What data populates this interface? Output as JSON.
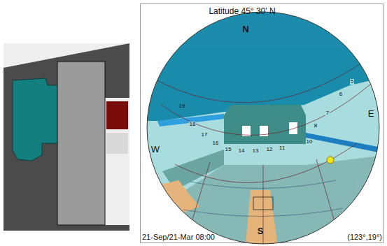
{
  "diagram": {
    "title": "Latitude  45° 30' N",
    "labels": [
      "N",
      "5",
      "6",
      "7",
      "8",
      "E",
      "19",
      "18",
      "17",
      "16",
      "15",
      "14",
      "13",
      "12",
      "11",
      "10",
      "W",
      "S",
      "21-Sep/21-Mar 08:00",
      "(123°,19°)"
    ]
  }
}
